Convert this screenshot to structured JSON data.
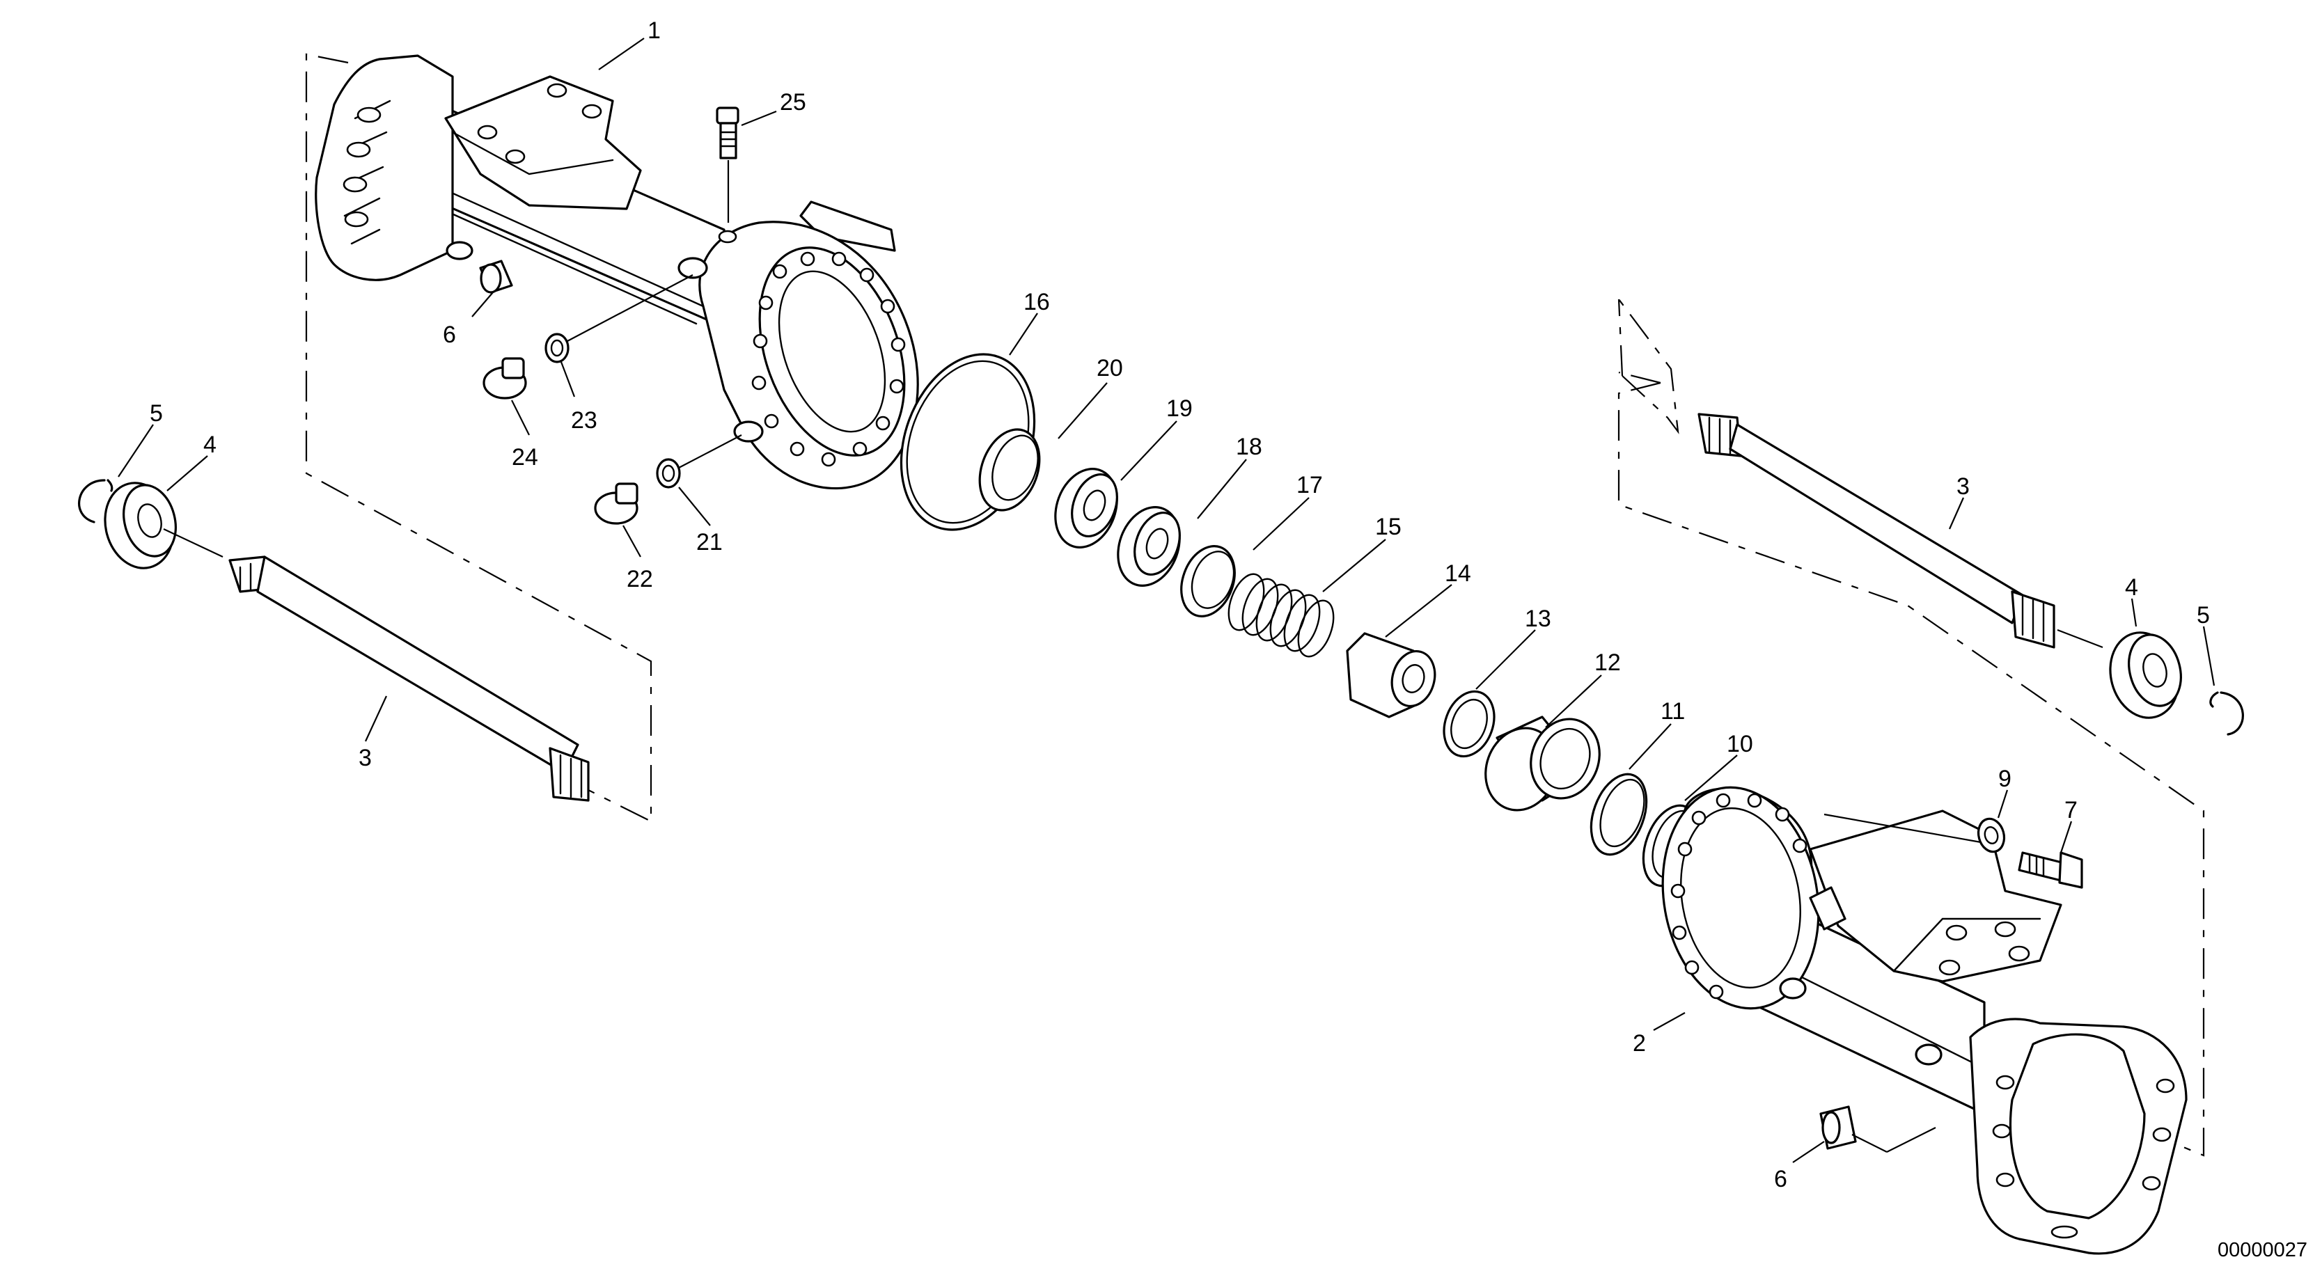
{
  "drawing": {
    "reference": "00000027",
    "callouts": [
      {
        "id": "c1",
        "text": "1"
      },
      {
        "id": "c25",
        "text": "25"
      },
      {
        "id": "c6a",
        "text": "6"
      },
      {
        "id": "c23",
        "text": "23"
      },
      {
        "id": "c24",
        "text": "24"
      },
      {
        "id": "c21",
        "text": "21"
      },
      {
        "id": "c22",
        "text": "22"
      },
      {
        "id": "c5a",
        "text": "5"
      },
      {
        "id": "c4a",
        "text": "4"
      },
      {
        "id": "c3a",
        "text": "3"
      },
      {
        "id": "c16",
        "text": "16"
      },
      {
        "id": "c20",
        "text": "20"
      },
      {
        "id": "c19",
        "text": "19"
      },
      {
        "id": "c18",
        "text": "18"
      },
      {
        "id": "c17",
        "text": "17"
      },
      {
        "id": "c15",
        "text": "15"
      },
      {
        "id": "c14",
        "text": "14"
      },
      {
        "id": "c13",
        "text": "13"
      },
      {
        "id": "c12",
        "text": "12"
      },
      {
        "id": "c11",
        "text": "11"
      },
      {
        "id": "c10",
        "text": "10"
      },
      {
        "id": "c9",
        "text": "9"
      },
      {
        "id": "c7",
        "text": "7"
      },
      {
        "id": "c2",
        "text": "2"
      },
      {
        "id": "c6b",
        "text": "6"
      },
      {
        "id": "c3b",
        "text": "3"
      },
      {
        "id": "c4b",
        "text": "4"
      },
      {
        "id": "c5b",
        "text": "5"
      }
    ]
  }
}
